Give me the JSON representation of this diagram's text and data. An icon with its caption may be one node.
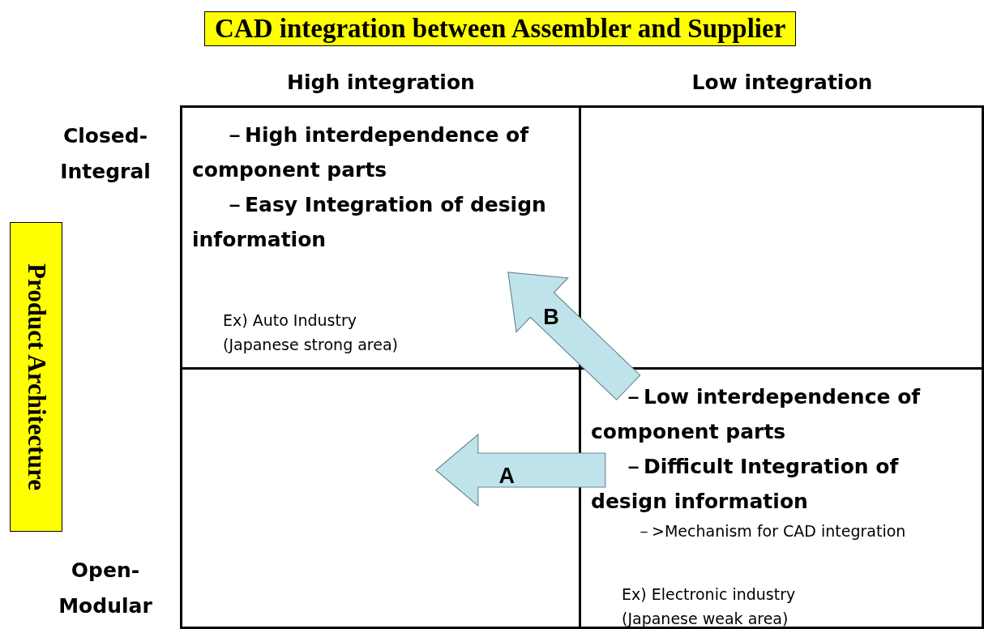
{
  "diagram": {
    "title": "CAD integration between Assembler and Supplier",
    "nodes": [
      {
        "text": [
          "Product Architecture"
        ]
      },
      {
        "text": [
          "－High interdependence of component parts",
          "－Easy Integration of design information",
          "Ex) Auto Industry (Japanese strong area)"
        ]
      },
      {
        "text": [],
        "shape": "box"
      },
      {
        "text": [],
        "shape": "box"
      },
      {
        "text": [
          "－Low interdependence of component parts",
          "－Difficult Integration of design information",
          "－>Mechanism for CAD integration",
          "Ex) Electronic industry (Japanese weak area)"
        ]
      }
    ],
    "edges": [
      {
        "from": 4,
        "to": 3,
        "arrow": "to",
        "label": "A"
      },
      {
        "from": 4,
        "to": 1,
        "arrow": "to",
        "label": "B"
      }
    ],
    "labels": [
      "High integration",
      "Low integration",
      "Closed- Integral",
      "Open- Modular"
    ]
  }
}
